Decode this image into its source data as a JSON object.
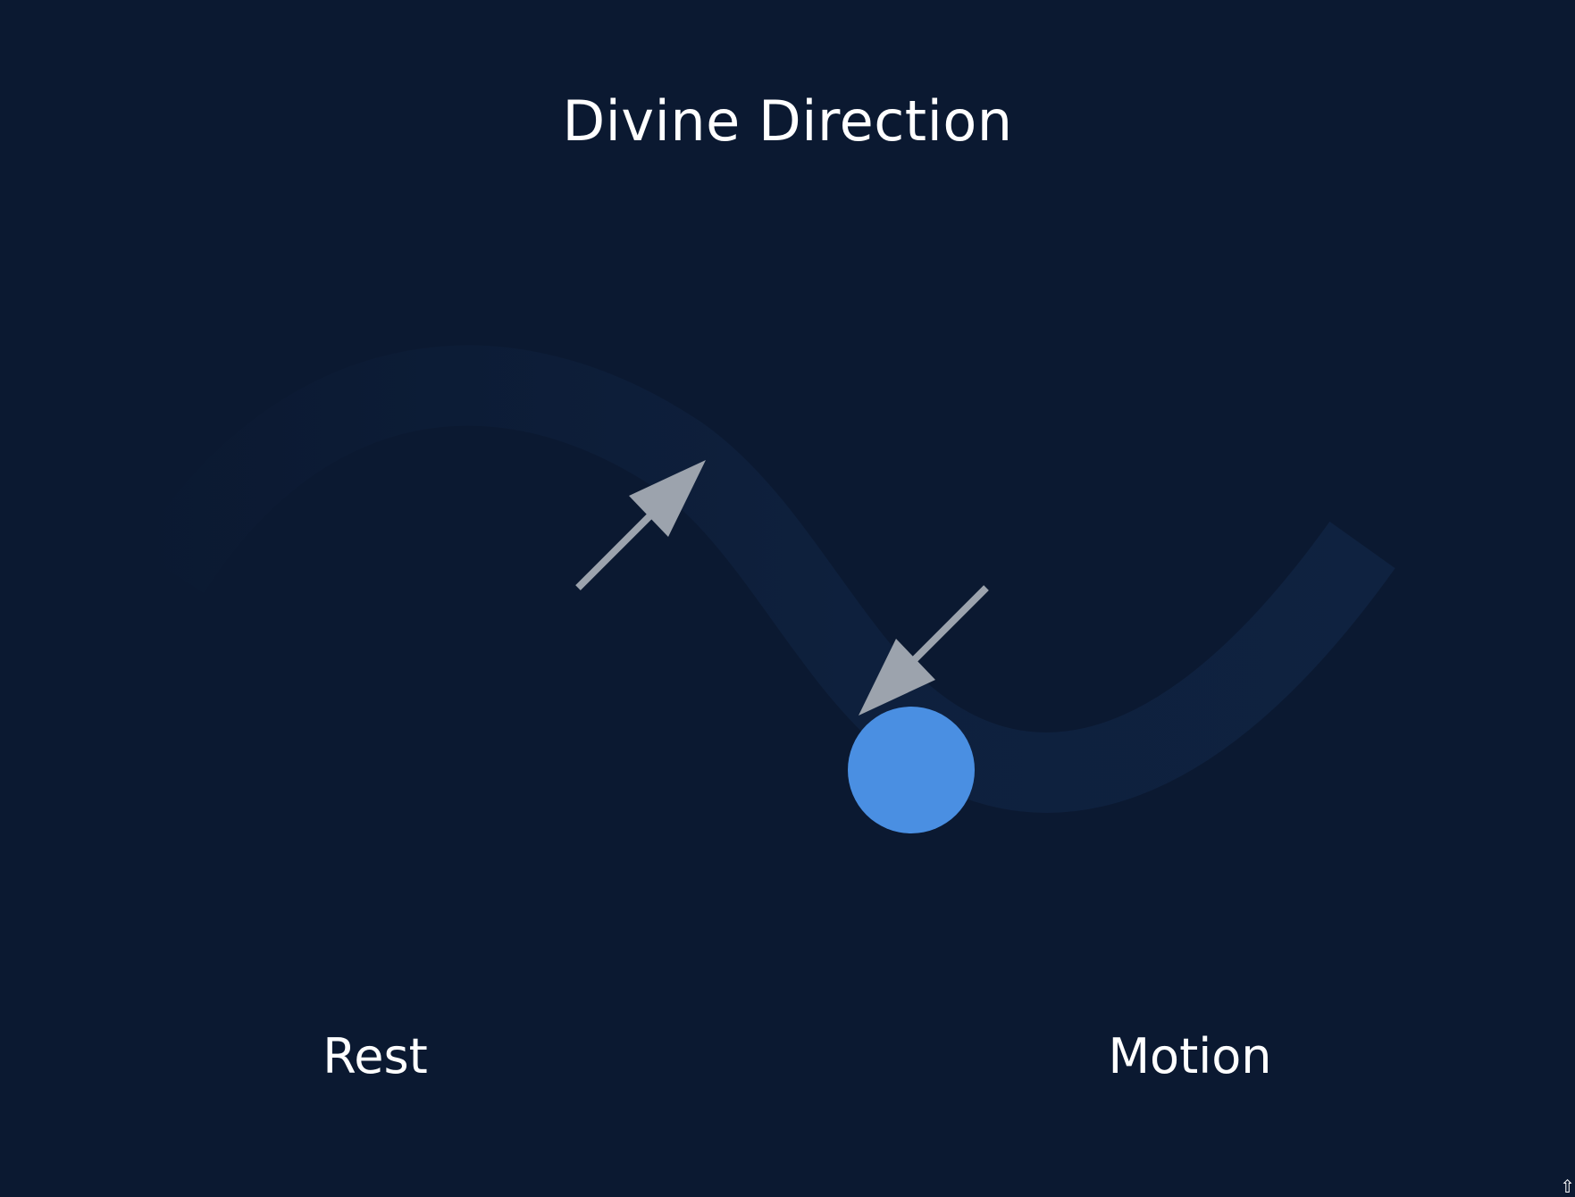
{
  "title": "Divine Direction",
  "labels": {
    "left": "Rest",
    "right": "Motion"
  },
  "colors": {
    "background": "#0b1931",
    "path": "#0f2240",
    "arrows": "#9ca3ad",
    "dot": "#4a8fe2",
    "text": "#ffffff"
  },
  "icons": {
    "corner": "up-arrow-icon"
  }
}
